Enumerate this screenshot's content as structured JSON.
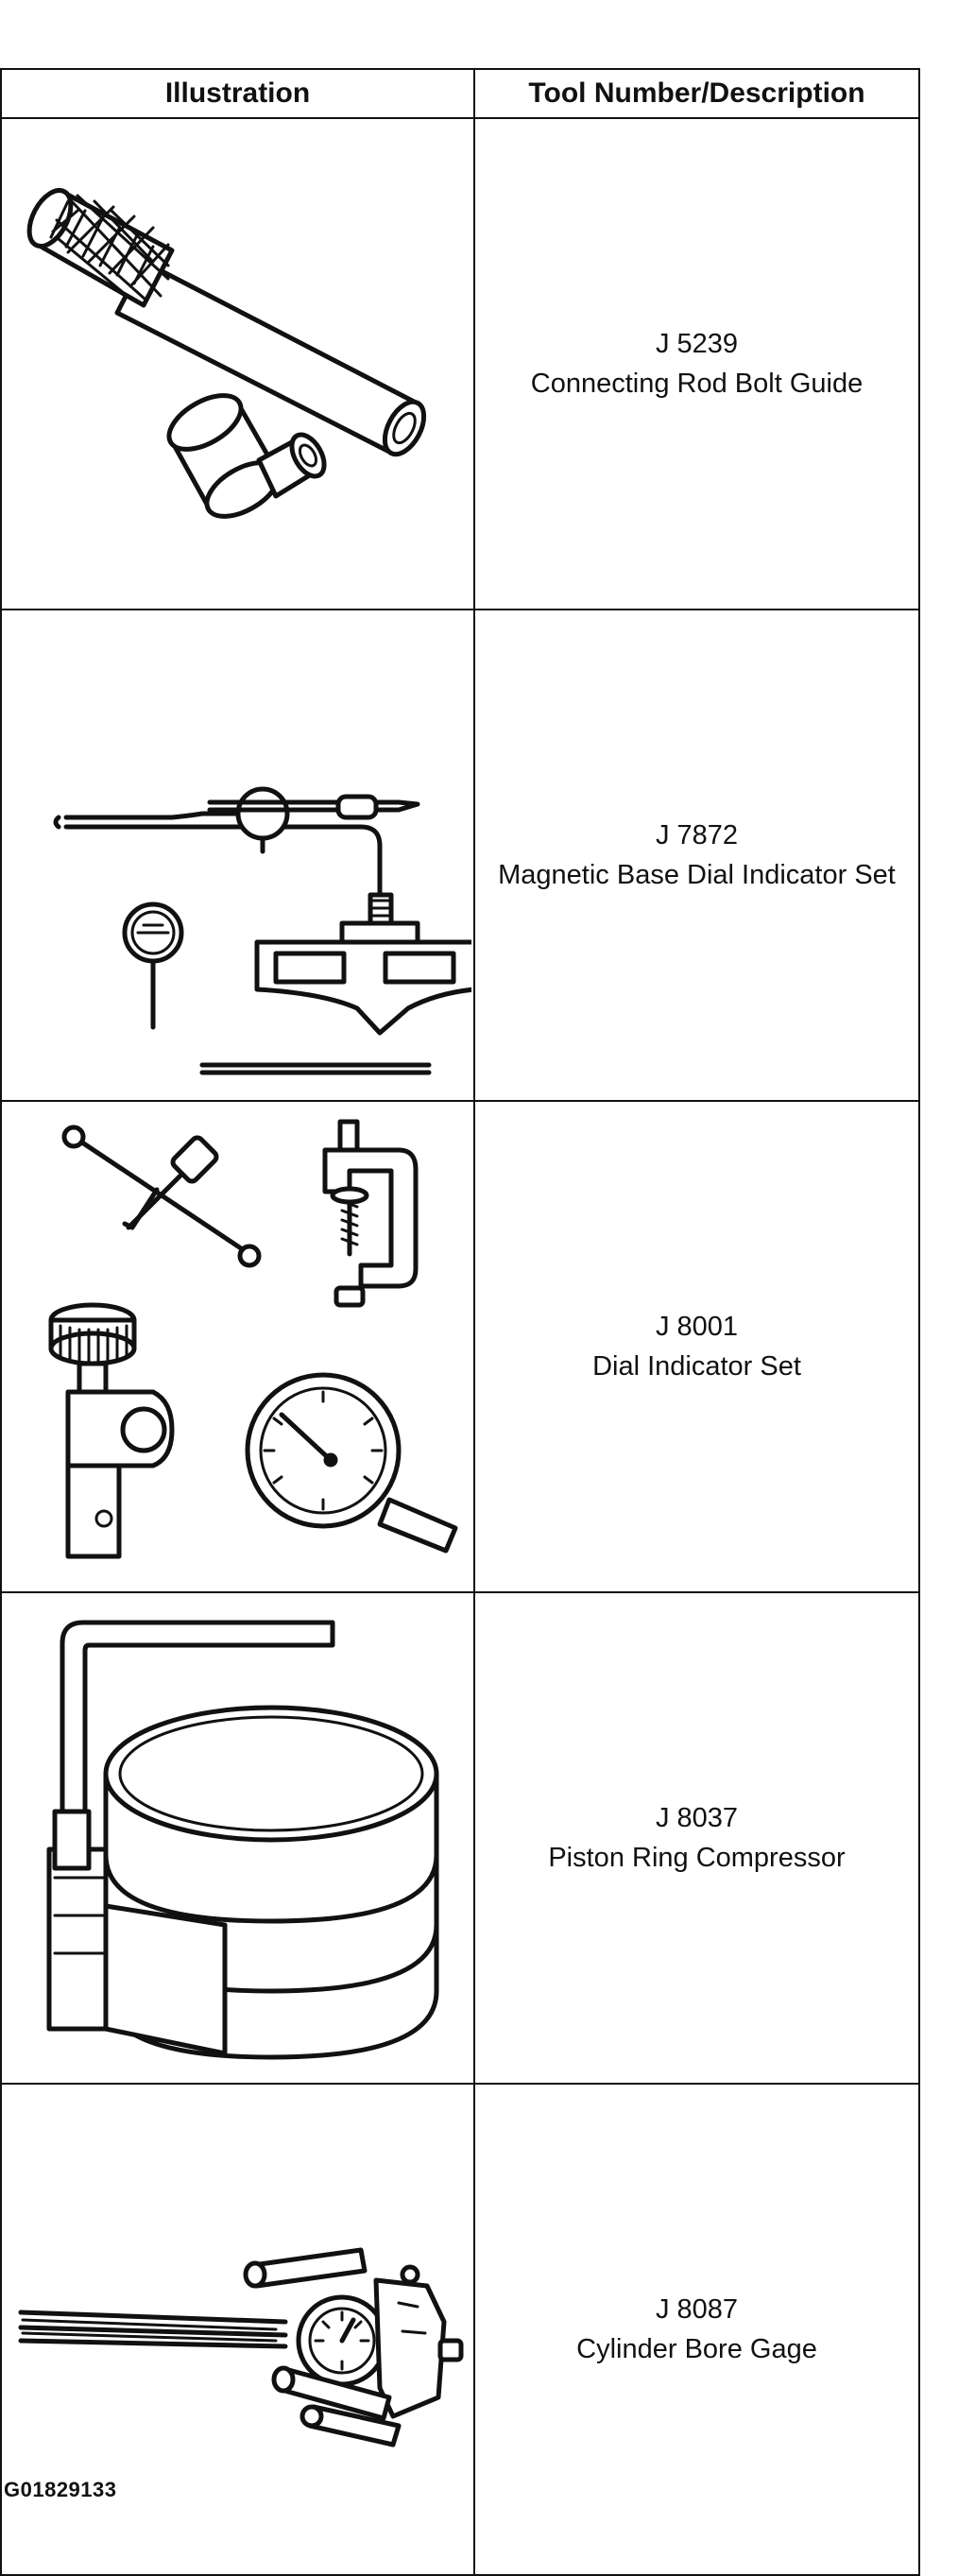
{
  "table": {
    "headers": {
      "illustration": "Illustration",
      "tool": "Tool Number/Description"
    },
    "rows": [
      {
        "number": "J 5239",
        "description": "Connecting Rod Bolt Guide",
        "icon": "connecting-rod-bolt-guide-illustration"
      },
      {
        "number": "J 7872",
        "description": "Magnetic Base Dial Indicator Set",
        "icon": "magnetic-base-dial-indicator-illustration"
      },
      {
        "number": "J 8001",
        "description": "Dial Indicator Set",
        "icon": "dial-indicator-set-illustration"
      },
      {
        "number": "J 8037",
        "description": "Piston Ring Compressor",
        "icon": "piston-ring-compressor-illustration"
      },
      {
        "number": "J 8087",
        "description": "Cylinder Bore Gage",
        "icon": "cylinder-bore-gage-illustration"
      }
    ]
  },
  "figure_id": "G01829133"
}
